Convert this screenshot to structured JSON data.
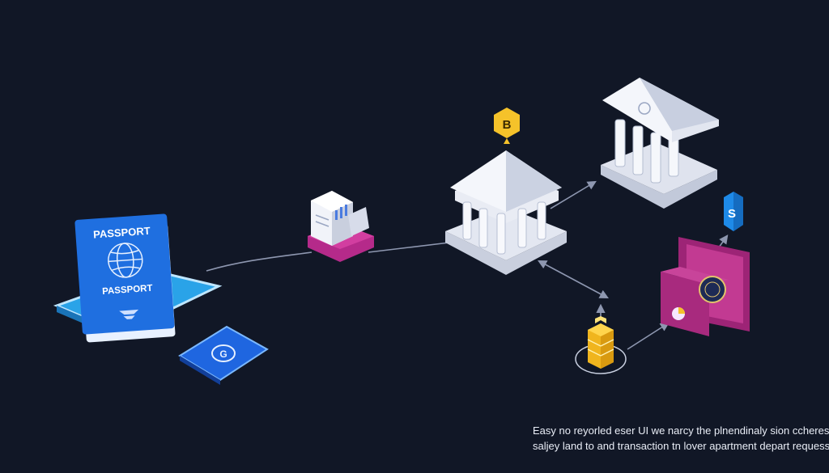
{
  "passport": {
    "cover_title": "PASSPORT",
    "cover_subtitle": "PASSPORT"
  },
  "badges": {
    "bitcoin": "B",
    "dollar": "S",
    "card": "G"
  },
  "caption": {
    "line1": "Easy no reyorled eser UI we narcy the plnendinaly sion ccheres,",
    "line2": "saljey land to and transaction tn lover apartment depart requess."
  },
  "colors": {
    "background": "#111726",
    "passport_blue": "#1f6fe0",
    "bank_white": "#e6e9f2",
    "wallet_magenta": "#b02a86",
    "coin_gold": "#f5c22a",
    "connector": "#8e97b0"
  }
}
